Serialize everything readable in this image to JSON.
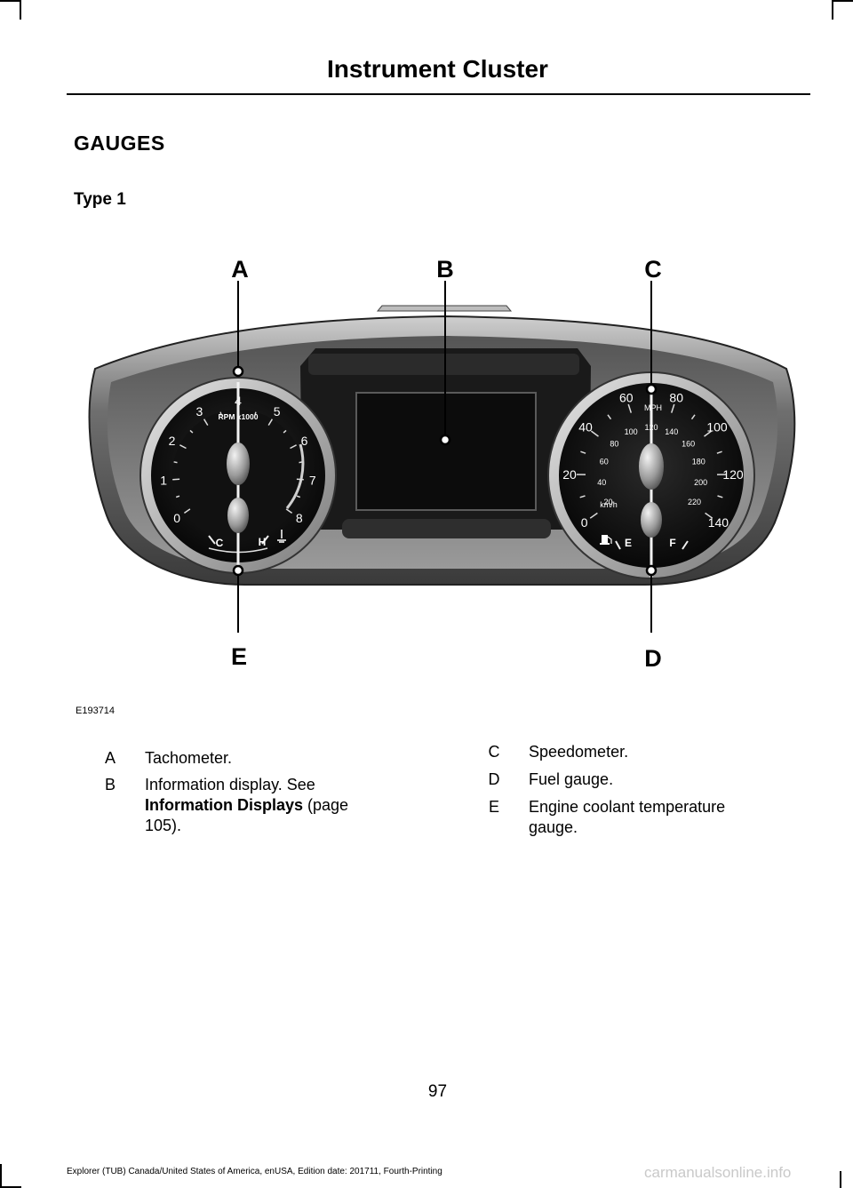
{
  "header": {
    "title": "Instrument Cluster"
  },
  "section_title": "GAUGES",
  "type_label": "Type 1",
  "figure": {
    "id": "E193714",
    "callout_letters": [
      "A",
      "B",
      "C",
      "D",
      "E"
    ],
    "tachometer": {
      "numbers": [
        "0",
        "1",
        "2",
        "3",
        "4",
        "5",
        "6",
        "7",
        "8"
      ],
      "unit": "RPM x1000",
      "temp_low": "C",
      "temp_high": "H"
    },
    "speedometer": {
      "mph_numbers": [
        "0",
        "20",
        "40",
        "60",
        "80",
        "100",
        "120",
        "140"
      ],
      "kmh_numbers": [
        "20",
        "40",
        "60",
        "80",
        "100",
        "120",
        "140",
        "160",
        "180",
        "200",
        "220"
      ],
      "mph_unit": "MPH",
      "kmh_unit": "km/h",
      "fuel_empty": "E",
      "fuel_full": "F"
    }
  },
  "legend_left": [
    {
      "letter": "A",
      "text": "Tachometer."
    },
    {
      "letter": "B",
      "text": "Information display. See ",
      "link": "Information Displays",
      "suffix": " (page",
      "line2": "105)."
    }
  ],
  "legend_right": [
    {
      "letter": "C",
      "text": "Speedometer."
    },
    {
      "letter": "D",
      "text": "Fuel gauge."
    },
    {
      "letter": "E",
      "text": "Engine coolant temperature",
      "line2": "gauge."
    }
  ],
  "page_number": "97",
  "footer": "Explorer (TUB) Canada/United States of America, enUSA, Edition date: 201711, Fourth-Printing",
  "watermark": "carmanualsonline.info"
}
